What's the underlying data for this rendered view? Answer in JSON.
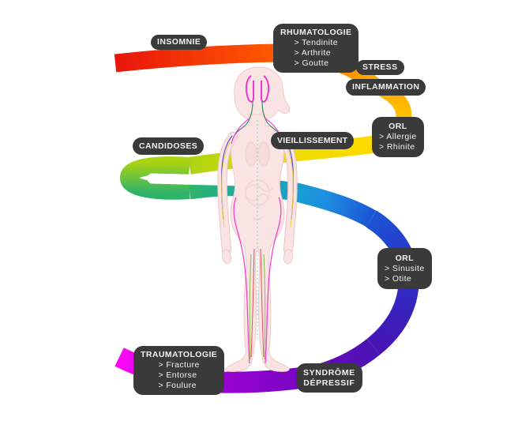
{
  "labels": {
    "insomnie": {
      "title": "INSOMNIE"
    },
    "rhumatologie": {
      "title": "RHUMATOLOGIE",
      "items": [
        "> Tendinite",
        "> Arthrite",
        "> Goutte"
      ]
    },
    "stress": {
      "title": "STRESS"
    },
    "inflammation": {
      "title": "INFLAMMATION"
    },
    "orl_haut": {
      "title": "ORL",
      "items": [
        "> Allergie",
        "> Rhinite"
      ]
    },
    "vieillissement": {
      "title": "VIEILLISSEMENT"
    },
    "candidoses": {
      "title": "CANDIDOSES"
    },
    "orl_bas": {
      "title": "ORL",
      "items": [
        "> Sinusite",
        "> Otite"
      ]
    },
    "traumatologie": {
      "title": "TRAUMATOLOGIE",
      "items": [
        "> Fracture",
        "> Entorse",
        "> Foulure"
      ]
    },
    "syndrome_depressif": {
      "line1": "SYNDRÔME",
      "line2": "DÉPRESSIF"
    }
  },
  "ribbon": {
    "gradient_sequence": [
      "#e8160c",
      "#ff5a00",
      "#ffa800",
      "#ffd900",
      "#aad313",
      "#2eb36b",
      "#16a0cf",
      "#1c55d4",
      "#2b2ec6",
      "#4814b2",
      "#7406c0",
      "#a201d6",
      "#fb09f5"
    ],
    "label_bg": "#3a3a3a",
    "label_text": "#f2f2f2"
  },
  "body": {
    "skin": "#f9e3e3",
    "outline": "#f0caca"
  }
}
